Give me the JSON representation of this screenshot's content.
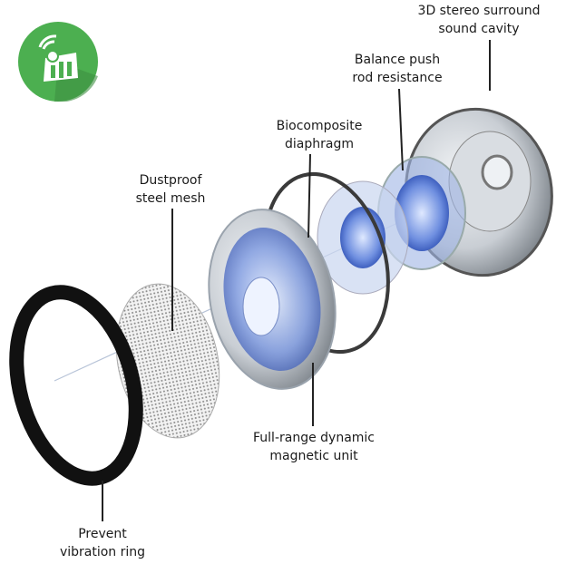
{
  "logo": {
    "name": "brand-logo",
    "color": "#4caf50"
  },
  "labels": {
    "cavity": {
      "line1": "3D stereo surround",
      "line2": "sound cavity"
    },
    "push_rod": {
      "line1": "Balance push",
      "line2": "rod resistance"
    },
    "diaphragm": {
      "line1": "Biocomposite",
      "line2": "diaphragm"
    },
    "mesh": {
      "line1": "Dustproof",
      "line2": "steel mesh"
    },
    "magnetic": {
      "line1": "Full-range dynamic",
      "line2": "magnetic unit"
    },
    "ring": {
      "line1": "Prevent",
      "line2": "vibration ring"
    }
  }
}
